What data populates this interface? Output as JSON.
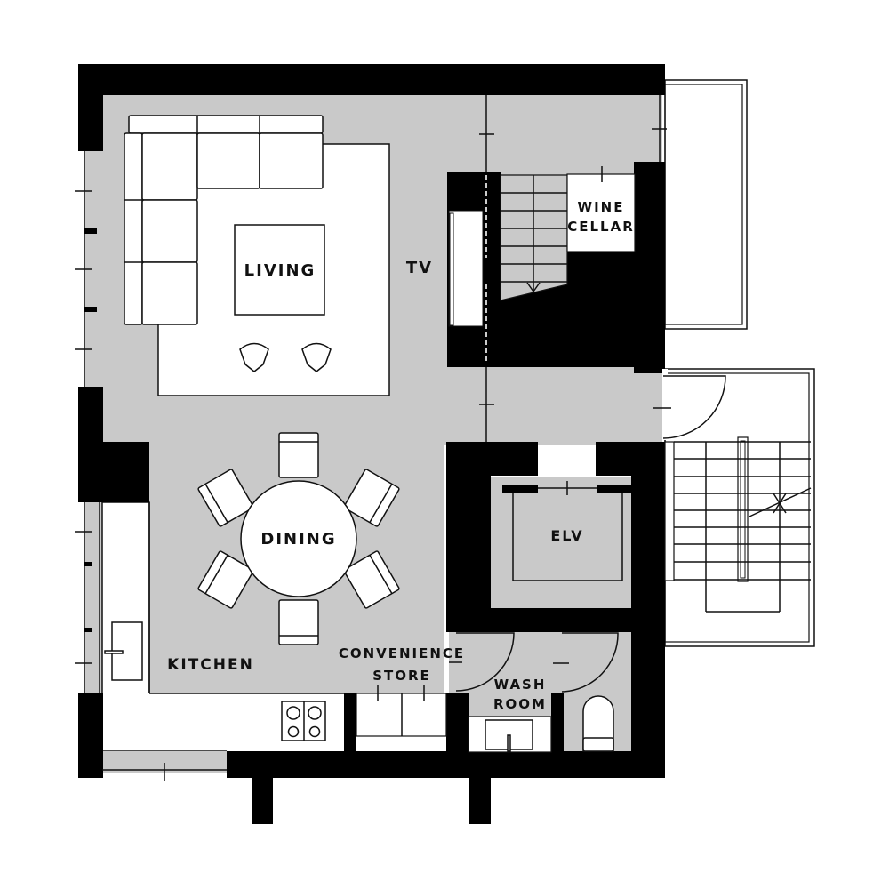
{
  "plan": {
    "colors": {
      "wall": "#000000",
      "floor": "#c9c9c9",
      "furniture": "#ffffff",
      "line": "#111111"
    },
    "rooms": {
      "living": "LIVING",
      "tv": "TV",
      "wine_cellar_line1": "WINE",
      "wine_cellar_line2": "CELLAR",
      "dining": "DINING",
      "kitchen": "KITCHEN",
      "convenience_line1": "CONVENIENCE",
      "convenience_line2": "STORE",
      "washroom_line1": "WASH",
      "washroom_line2": "ROOM",
      "elevator": "ELV"
    },
    "furniture": {
      "sofa": "sectional-sofa",
      "rug": "living-rug",
      "coffee_table": "coffee-table",
      "armchairs": 2,
      "dining_table": "round-dining-table",
      "dining_chairs": 6,
      "cooktop_burners": 4,
      "sink": "kitchen-sink",
      "wash_basin": "wash-basin",
      "toilet": "toilet"
    },
    "stairs": {
      "internal_treads": 7,
      "external_flights": 2
    }
  }
}
